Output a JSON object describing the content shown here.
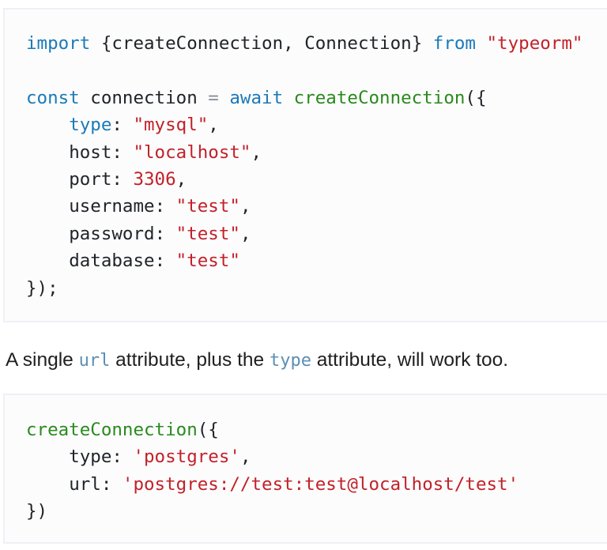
{
  "code_block_1": {
    "line1": {
      "kw_import": "import",
      "braces_open": " {",
      "ident_createConnection": "createConnection",
      "comma": ", ",
      "ident_Connection": "Connection",
      "braces_close": "} ",
      "kw_from": "from",
      "space": " ",
      "module": "\"typeorm\""
    },
    "line3": {
      "kw_const": "const",
      "var": " connection ",
      "op": "=",
      "space": " ",
      "kw_await": "await",
      "space2": " ",
      "fn": "createConnection",
      "open": "({"
    },
    "props": [
      {
        "key": "type",
        "value": "\"mysql\"",
        "trail": ",",
        "key_style": "prop",
        "value_style": "str"
      },
      {
        "key": "host",
        "value": "\"localhost\"",
        "trail": ",",
        "key_style": "plain",
        "value_style": "str"
      },
      {
        "key": "port",
        "value": "3306",
        "trail": ",",
        "key_style": "plain",
        "value_style": "num"
      },
      {
        "key": "username",
        "value": "\"test\"",
        "trail": ",",
        "key_style": "plain",
        "value_style": "str"
      },
      {
        "key": "password",
        "value": "\"test\"",
        "trail": ",",
        "key_style": "plain",
        "value_style": "str"
      },
      {
        "key": "database",
        "value": "\"test\"",
        "trail": "",
        "key_style": "plain",
        "value_style": "str"
      }
    ],
    "closing": "});"
  },
  "paragraph": {
    "before": "A single ",
    "code1": "url",
    "middle": " attribute, plus the ",
    "code2": "type",
    "after": " attribute, will work too."
  },
  "code_block_2": {
    "fn": "createConnection",
    "open": "({",
    "props": [
      {
        "key": "type",
        "value": "'postgres'",
        "trail": ","
      },
      {
        "key": "url",
        "value": "'postgres://test:test@localhost/test'",
        "trail": ""
      }
    ],
    "closing": "})"
  }
}
